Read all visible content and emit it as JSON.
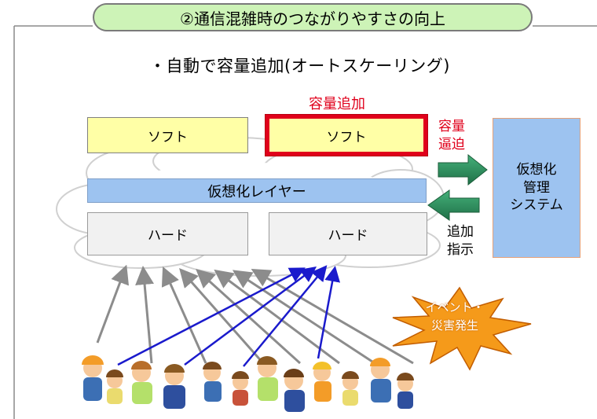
{
  "title": "②通信混雑時のつながりやすさの向上",
  "subtitle": "・自動で容量追加(オートスケーリング)",
  "capacity_added_label": "容量追加",
  "software": [
    "ソフト",
    "ソフト"
  ],
  "virtualization_layer": "仮想化レイヤー",
  "hardware": [
    "ハード",
    "ハード"
  ],
  "capacity_tight_label": "容量\n逼迫",
  "add_instruction_label": "追加\n指示",
  "management_system_label": "仮想化\n管理\nシステム",
  "event_label": "イベント・\n災害発生",
  "colors": {
    "title_bg": "#cdf3b7",
    "software_bg": "#ffffa6",
    "highlight_red": "#e0001b",
    "layer_blue": "#9dc3f0",
    "arrow_green": "#2e8b57",
    "arrow_gray": "#8c8c8c",
    "arrow_blue": "#1a1acc",
    "burst_orange": "#f59a1a"
  },
  "icons": [
    "cloud-icon",
    "right-arrow-icon",
    "left-arrow-icon",
    "explosion-icon",
    "people-icon"
  ]
}
